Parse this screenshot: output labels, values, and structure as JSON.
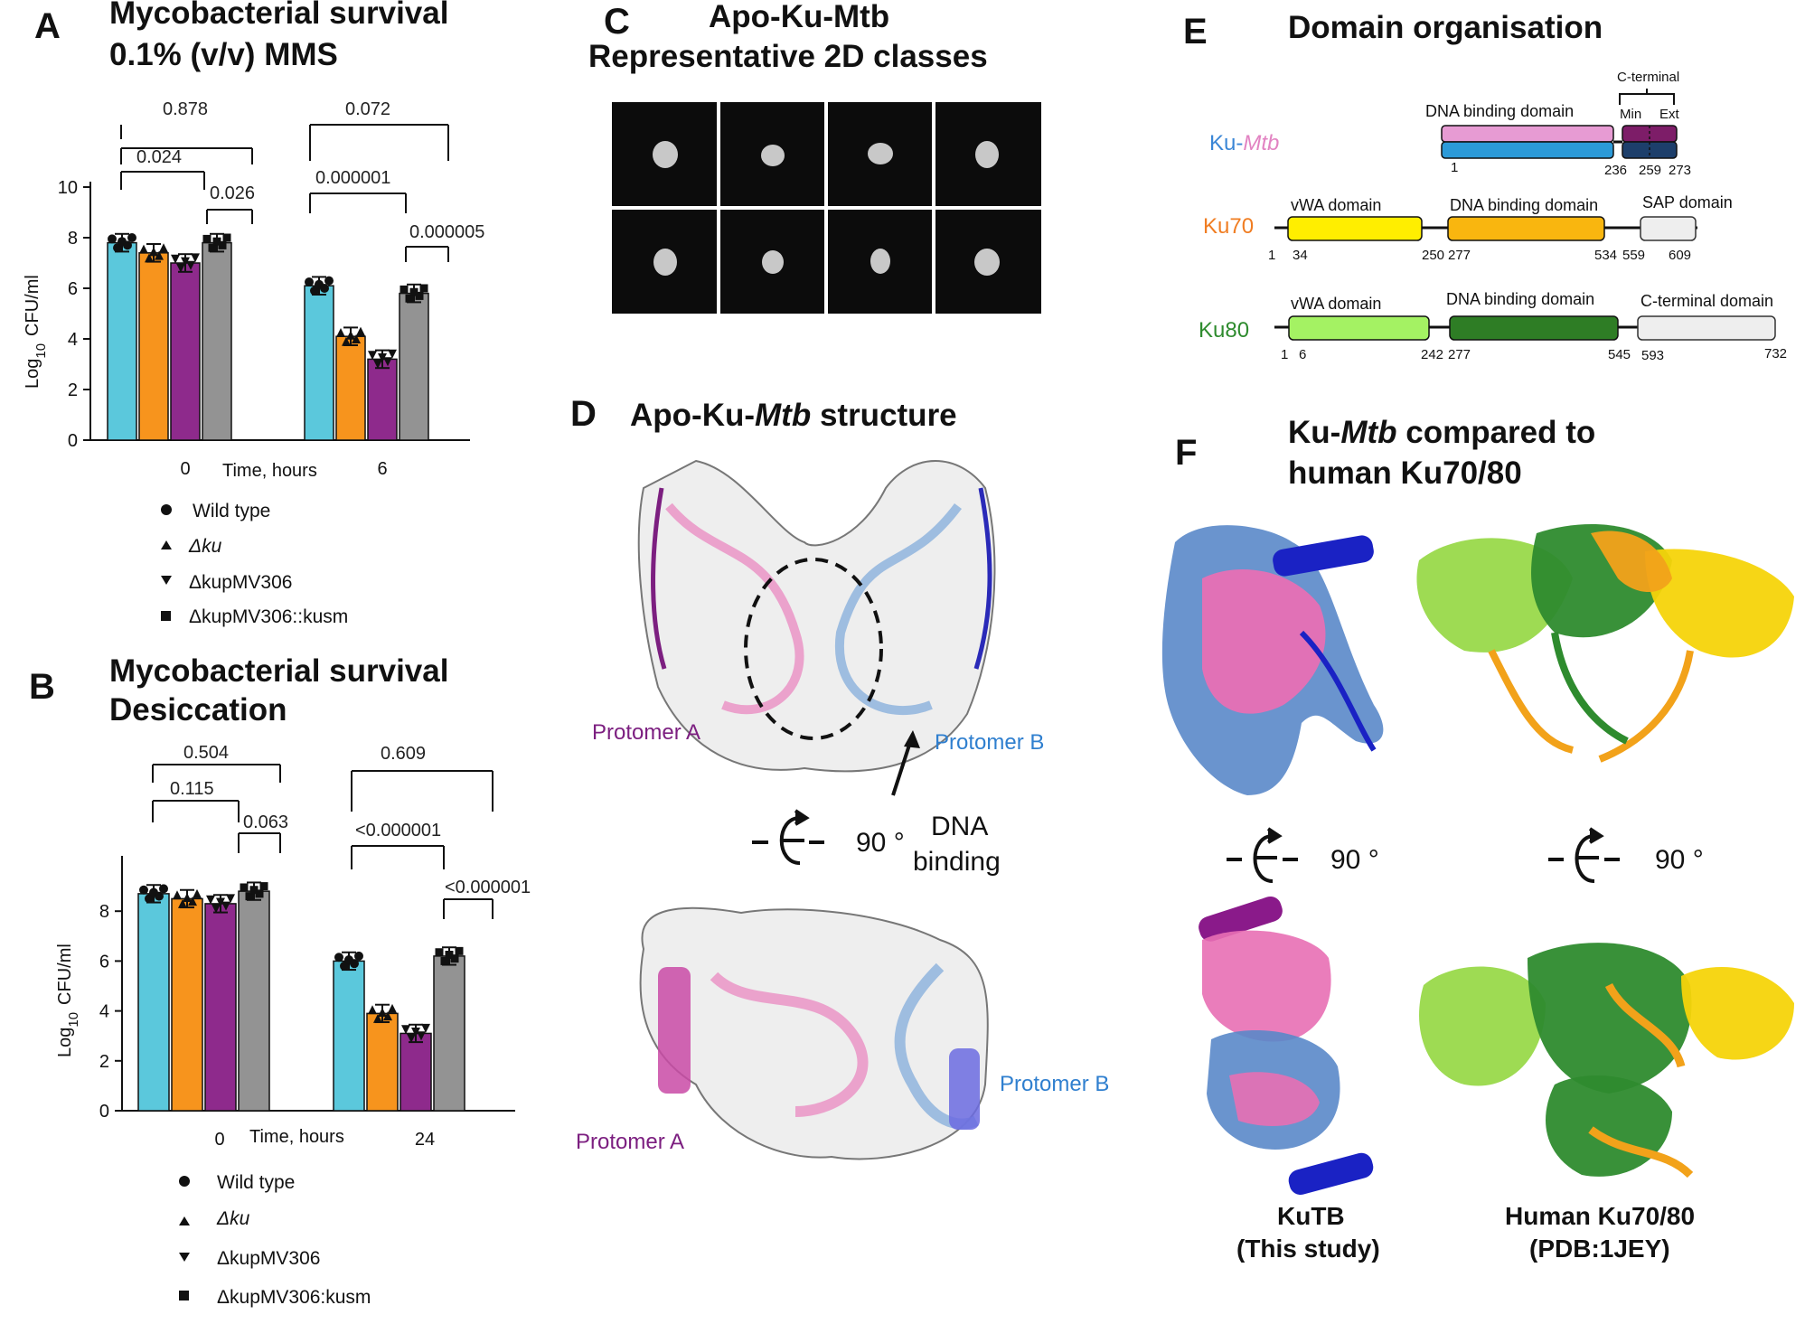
{
  "panel_labels": {
    "A": "A",
    "B": "B",
    "C": "C",
    "D": "D",
    "E": "E",
    "F": "F"
  },
  "panel_a": {
    "title_line1": "Mycobacterial survival",
    "title_line2": "0.1% (v/v) MMS",
    "ylabel_main": "Log",
    "ylabel_sub": "10",
    "ylabel_unit": "CFU/ml",
    "xlabel": "Time, hours",
    "pvalues": [
      "0.878",
      "0.024",
      "0.026",
      "0.072",
      "0.000001",
      "0.000005"
    ]
  },
  "panel_b": {
    "title_line1": "Mycobacterial survival",
    "title_line2": "Desiccation",
    "ylabel_main": "Log",
    "ylabel_sub": "10",
    "ylabel_unit": "CFU/ml",
    "xlabel": "Time, hours",
    "pvalues": [
      "0.504",
      "0.115",
      "0.063",
      "0.609",
      "<0.000001",
      "<0.000001"
    ]
  },
  "legend_a": [
    "Wild type",
    "Δku",
    "ΔkupMV306",
    "ΔkupMV306::kusm"
  ],
  "legend_b": [
    "Wild type",
    "Δku",
    "ΔkupMV306",
    "ΔkupMV306:kusm"
  ],
  "chart_data": [
    {
      "type": "bar",
      "title": "Mycobacterial survival 0.1% (v/v) MMS",
      "xlabel": "Time, hours",
      "ylabel": "Log10 CFU/ml",
      "categories": [
        "0",
        "6"
      ],
      "ylim": [
        0,
        10
      ],
      "yticks": [
        0,
        2,
        4,
        6,
        8,
        10
      ],
      "series": [
        {
          "name": "Wild type",
          "color": "#5bc8dc",
          "values": [
            7.8,
            6.1
          ]
        },
        {
          "name": "Δku",
          "color": "#f7941d",
          "values": [
            7.4,
            4.1
          ]
        },
        {
          "name": "ΔkupMV306",
          "color": "#8e2a8c",
          "values": [
            7.0,
            3.2
          ]
        },
        {
          "name": "ΔkupMV306::kusm",
          "color": "#939393",
          "values": [
            7.8,
            5.8
          ]
        }
      ]
    },
    {
      "type": "bar",
      "title": "Mycobacterial survival Desiccation",
      "xlabel": "Time, hours",
      "ylabel": "Log10 CFU/ml",
      "categories": [
        "0",
        "24"
      ],
      "ylim": [
        0,
        10
      ],
      "yticks": [
        0,
        2,
        4,
        6,
        8
      ],
      "series": [
        {
          "name": "Wild type",
          "color": "#5bc8dc",
          "values": [
            8.7,
            6.0
          ]
        },
        {
          "name": "Δku",
          "color": "#f7941d",
          "values": [
            8.5,
            3.9
          ]
        },
        {
          "name": "ΔkupMV306",
          "color": "#8e2a8c",
          "values": [
            8.3,
            3.1
          ]
        },
        {
          "name": "ΔkupMV306:kusm",
          "color": "#939393",
          "values": [
            8.8,
            6.2
          ]
        }
      ]
    }
  ],
  "panel_c": {
    "title_line1": "Apo-Ku-Mtb",
    "title_line2": "Representative 2D classes"
  },
  "panel_d": {
    "title": "Apo-Ku-Mtb structure",
    "protomer_a": "Protomer A",
    "protomer_b": "Protomer B",
    "rotation": "90 °",
    "dna_line1": "DNA",
    "dna_line2": "binding"
  },
  "panel_e": {
    "title": "Domain organisation",
    "cterm_label": "C-terminal",
    "min_label": "Min",
    "ext_label": "Ext",
    "proteins": [
      {
        "name": "Ku-Mtb",
        "color": "#3a86d6",
        "domains": [
          "DNA binding domain"
        ],
        "numbers": [
          "1",
          "236",
          "259",
          "273"
        ]
      },
      {
        "name": "Ku70",
        "color": "#f07d22",
        "domains": [
          "vWA domain",
          "DNA binding domain",
          "SAP domain"
        ],
        "numbers": [
          "1",
          "34",
          "250",
          "277",
          "534",
          "559",
          "609"
        ]
      },
      {
        "name": "Ku80",
        "color": "#2e8b2e",
        "domains": [
          "vWA domain",
          "DNA binding domain",
          "C-terminal domain"
        ],
        "numbers": [
          "1",
          "6",
          "242",
          "277",
          "545",
          "593",
          "732"
        ]
      }
    ]
  },
  "panel_f": {
    "title_line1": "Ku-Mtb compared to",
    "title_line2": "human Ku70/80",
    "rotation_left": "90 °",
    "rotation_right": "90 °",
    "caption_left_1": "KuTB",
    "caption_left_2": "(This study)",
    "caption_right_1": "Human Ku70/80",
    "caption_right_2": "(PDB:1JEY)"
  }
}
